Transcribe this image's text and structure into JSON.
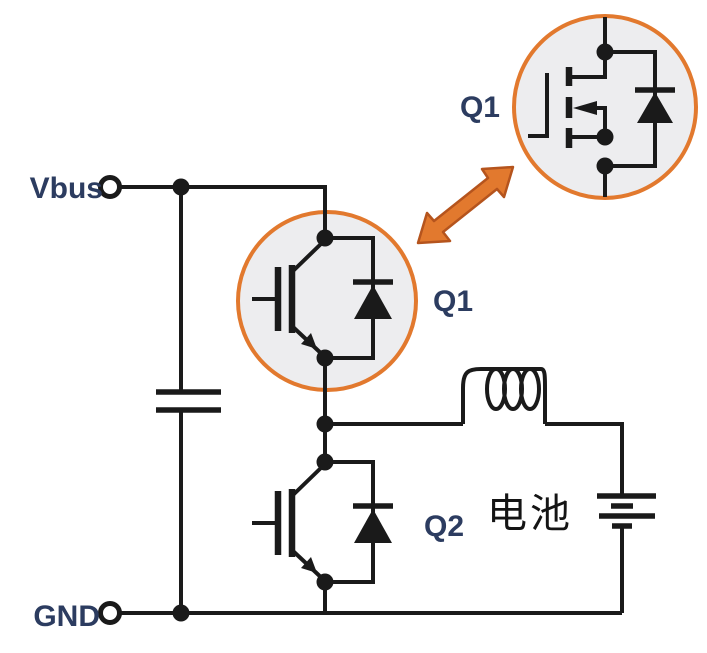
{
  "diagram": {
    "labels": {
      "vbus": "Vbus",
      "gnd": "GND",
      "q1": "Q1",
      "q1_detail": "Q1",
      "q2": "Q2",
      "battery": "电池"
    },
    "colors": {
      "wire": "#1a1a1a",
      "highlight_orange": "#e2792e",
      "arrow_fill": "#e2792e",
      "arrow_outline": "#b5541d",
      "circle_fill": "#ededef",
      "label_navy": "#2c3c60",
      "battery_text": "#141414",
      "background": "#ffffff"
    },
    "icons": {
      "q1_symbol": "igbt-with-diode-icon",
      "q2_symbol": "igbt-with-diode-icon",
      "q1_detail_symbol": "mosfet-with-diode-icon",
      "capacitor": "capacitor-icon",
      "inductor": "inductor-icon",
      "battery": "battery-icon",
      "link": "double-arrow-icon"
    }
  }
}
